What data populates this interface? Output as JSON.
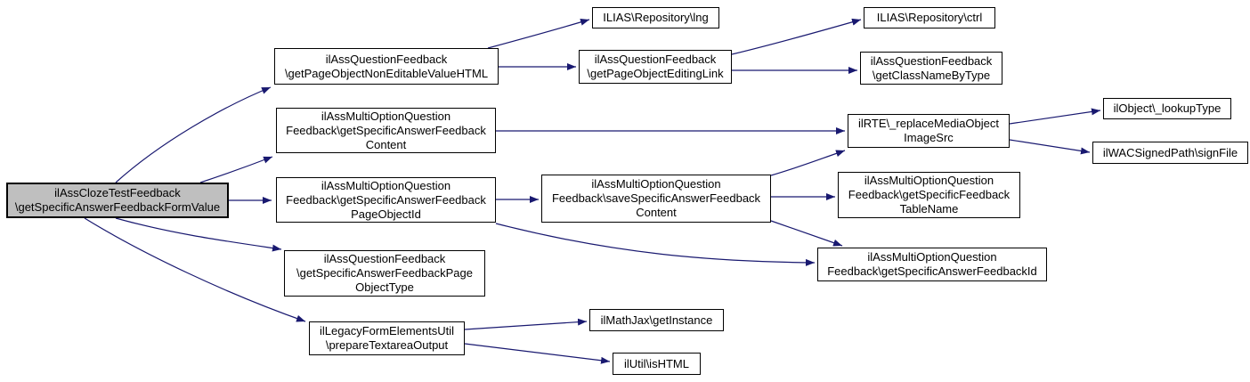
{
  "diagram": {
    "type": "call-graph",
    "root_function": "ilAssClozeTestFeedback\\getSpecificAnswerFeedbackFormValue",
    "colors": {
      "edge": "#191970",
      "node_fill": "#ffffff",
      "node_border": "#000000",
      "root_fill": "#bfbfbf"
    },
    "nodes": {
      "root": {
        "label": "ilAssClozeTestFeedback\n\\getSpecificAnswerFeedbackFormValue",
        "highlighted": true
      },
      "page_object_non_editable_value_html": {
        "label": "ilAssQuestionFeedback\n\\getPageObjectNonEditableValueHTML"
      },
      "repository_lng": {
        "label": "ILIAS\\Repository\\lng"
      },
      "page_object_editing_link": {
        "label": "ilAssQuestionFeedback\n\\getPageObjectEditingLink"
      },
      "repository_ctrl": {
        "label": "ILIAS\\Repository\\ctrl"
      },
      "get_class_name_by_type": {
        "label": "ilAssQuestionFeedback\n\\getClassNameByType"
      },
      "get_specific_answer_feedback_content": {
        "label": "ilAssMultiOptionQuestion\nFeedback\\getSpecificAnswerFeedback\nContent"
      },
      "get_specific_answer_feedback_page_object_id": {
        "label": "ilAssMultiOptionQuestion\nFeedback\\getSpecificAnswerFeedback\nPageObjectId"
      },
      "save_specific_answer_feedback_content": {
        "label": "ilAssMultiOptionQuestion\nFeedback\\saveSpecificAnswerFeedback\nContent"
      },
      "replace_media_object_image_src": {
        "label": "ilRTE\\_replaceMediaObject\nImageSrc"
      },
      "get_specific_feedback_table_name": {
        "label": "ilAssMultiOptionQuestion\nFeedback\\getSpecificFeedback\nTableName"
      },
      "get_specific_answer_feedback_id": {
        "label": "ilAssMultiOptionQuestion\nFeedback\\getSpecificAnswerFeedbackId"
      },
      "get_specific_answer_feedback_page_object_type": {
        "label": "ilAssQuestionFeedback\n\\getSpecificAnswerFeedbackPage\nObjectType"
      },
      "prepare_textarea_output": {
        "label": "ilLegacyFormElementsUtil\n\\prepareTextareaOutput"
      },
      "mathjax_get_instance": {
        "label": "ilMathJax\\getInstance"
      },
      "util_is_html": {
        "label": "ilUtil\\isHTML"
      },
      "object_lookup_type": {
        "label": "ilObject\\_lookupType"
      },
      "wac_signed_path_sign_file": {
        "label": "ilWACSignedPath\\signFile"
      }
    },
    "edges": [
      {
        "from": "root",
        "to": "page_object_non_editable_value_html"
      },
      {
        "from": "root",
        "to": "get_specific_answer_feedback_content"
      },
      {
        "from": "root",
        "to": "get_specific_answer_feedback_page_object_id"
      },
      {
        "from": "root",
        "to": "get_specific_answer_feedback_page_object_type"
      },
      {
        "from": "root",
        "to": "prepare_textarea_output"
      },
      {
        "from": "page_object_non_editable_value_html",
        "to": "repository_lng"
      },
      {
        "from": "page_object_non_editable_value_html",
        "to": "page_object_editing_link"
      },
      {
        "from": "page_object_editing_link",
        "to": "repository_ctrl"
      },
      {
        "from": "page_object_editing_link",
        "to": "get_class_name_by_type"
      },
      {
        "from": "get_specific_answer_feedback_content",
        "to": "replace_media_object_image_src"
      },
      {
        "from": "get_specific_answer_feedback_page_object_id",
        "to": "save_specific_answer_feedback_content"
      },
      {
        "from": "get_specific_answer_feedback_page_object_id",
        "to": "get_specific_answer_feedback_id"
      },
      {
        "from": "save_specific_answer_feedback_content",
        "to": "replace_media_object_image_src"
      },
      {
        "from": "save_specific_answer_feedback_content",
        "to": "get_specific_feedback_table_name"
      },
      {
        "from": "save_specific_answer_feedback_content",
        "to": "get_specific_answer_feedback_id"
      },
      {
        "from": "replace_media_object_image_src",
        "to": "object_lookup_type"
      },
      {
        "from": "replace_media_object_image_src",
        "to": "wac_signed_path_sign_file"
      },
      {
        "from": "prepare_textarea_output",
        "to": "mathjax_get_instance"
      },
      {
        "from": "prepare_textarea_output",
        "to": "util_is_html"
      }
    ]
  }
}
